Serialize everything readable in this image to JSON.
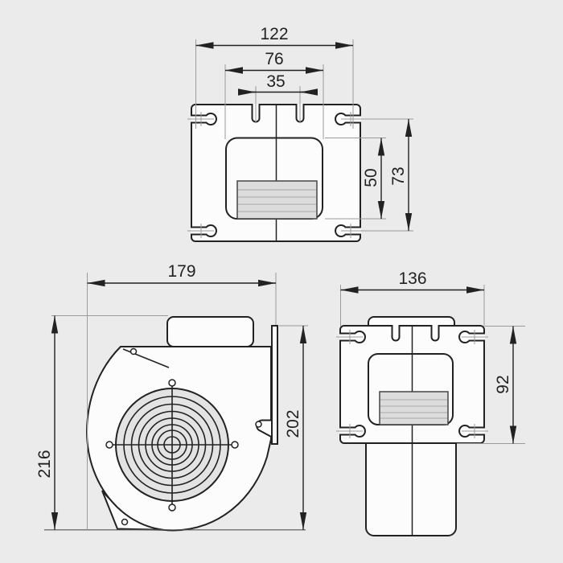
{
  "drawing": {
    "type": "technical-drawing",
    "subject": "centrifugal blower three-view dimension drawing",
    "views": {
      "top": {
        "name": "top view - mounting flange"
      },
      "side": {
        "name": "side view - volute housing with grille"
      },
      "rear": {
        "name": "rear view - flange plate with outlet duct"
      }
    },
    "dims": {
      "overall_width": "122",
      "opening_width": "76",
      "notch_spacing": "35",
      "opening_height": "50",
      "slot_spacing": "73",
      "side_width": "179",
      "total_height": "216",
      "flange_height": "202",
      "rear_width": "136",
      "rear_height": "92"
    },
    "colors": {
      "background": "#ebebeb",
      "part_fill": "#fcfcfc",
      "line": "#222222",
      "thin_line": "#9a9a9a",
      "grille_fill": "#e3e3e3",
      "label_fill": "#dcdcdc",
      "label_line": "#b3b3b3"
    }
  }
}
